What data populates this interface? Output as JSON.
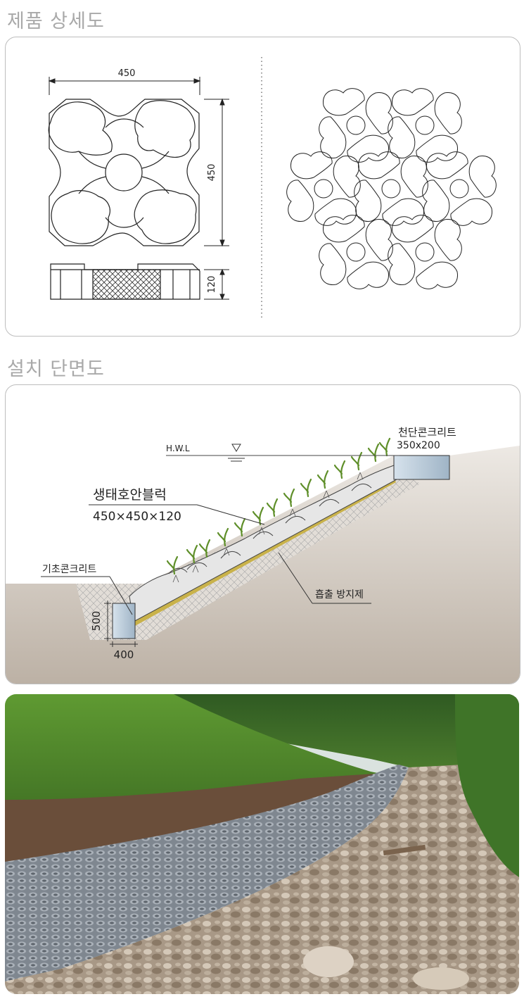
{
  "headings": {
    "product_detail": "제품 상세도",
    "install_section": "설치 단면도"
  },
  "detail": {
    "dim_width": "450",
    "dim_height": "450",
    "dim_thickness": "120"
  },
  "section": {
    "hwl": "H.W.L",
    "top_concrete_name": "천단콘크리트",
    "top_concrete_size": "350x200",
    "block_name": "생태호안블럭",
    "block_size": "450×450×120",
    "base_concrete_name": "기초콘크리트",
    "anti_suction": "흡출 방지제",
    "base_height": "500",
    "base_width": "400"
  },
  "colors": {
    "soil": "#bcb1a5",
    "block": "#e6e6e6",
    "plant": "#5f8f2a",
    "concrete": "#b7c9d8"
  }
}
